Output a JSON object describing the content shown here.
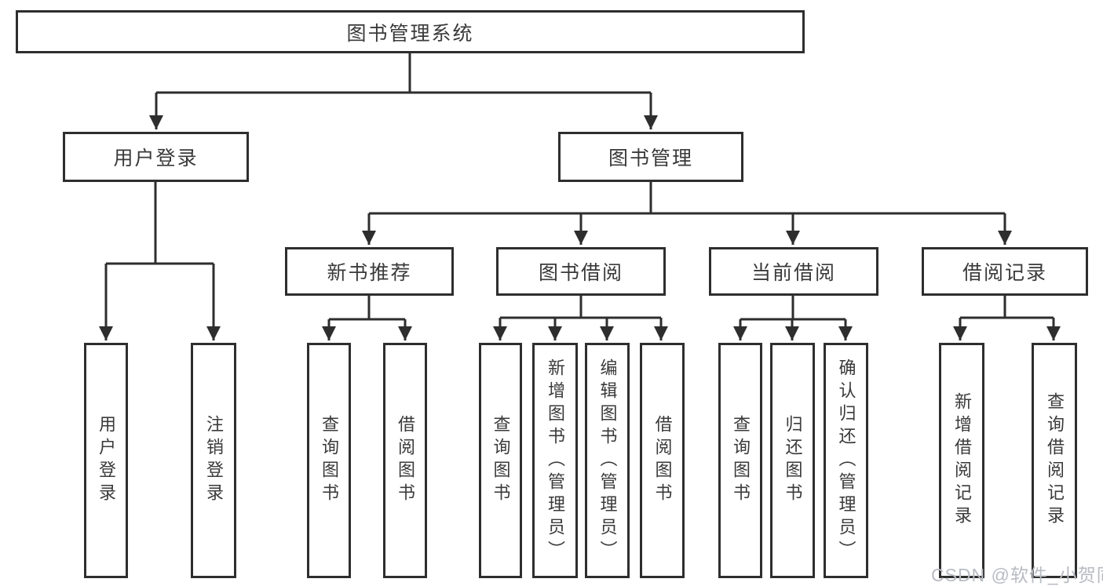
{
  "tree": {
    "label": "图书管理系统",
    "children": [
      {
        "label": "用户登录",
        "children": [
          {
            "label": "用户登录"
          },
          {
            "label": "注销登录"
          }
        ]
      },
      {
        "label": "图书管理",
        "children": [
          {
            "label": "新书推荐",
            "children": [
              {
                "label": "查询图书"
              },
              {
                "label": "借阅图书"
              }
            ]
          },
          {
            "label": "图书借阅",
            "children": [
              {
                "label": "查询图书"
              },
              {
                "label": "新增图书（管理员）"
              },
              {
                "label": "编辑图书（管理员）"
              },
              {
                "label": "借阅图书"
              }
            ]
          },
          {
            "label": "当前借阅",
            "children": [
              {
                "label": "查询图书"
              },
              {
                "label": "归还图书"
              },
              {
                "label": "确认归还（管理员）"
              }
            ]
          },
          {
            "label": "借阅记录",
            "children": [
              {
                "label": "新增借阅记录"
              },
              {
                "label": "查询借阅记录"
              }
            ]
          }
        ]
      }
    ]
  },
  "watermark": {
    "text": "CSDN @软件_小贺同学"
  },
  "colors": {
    "line": "#2e2e2e",
    "text": "#3a3a3a",
    "watermark": "#b8bbc2",
    "background": "#ffffff"
  }
}
